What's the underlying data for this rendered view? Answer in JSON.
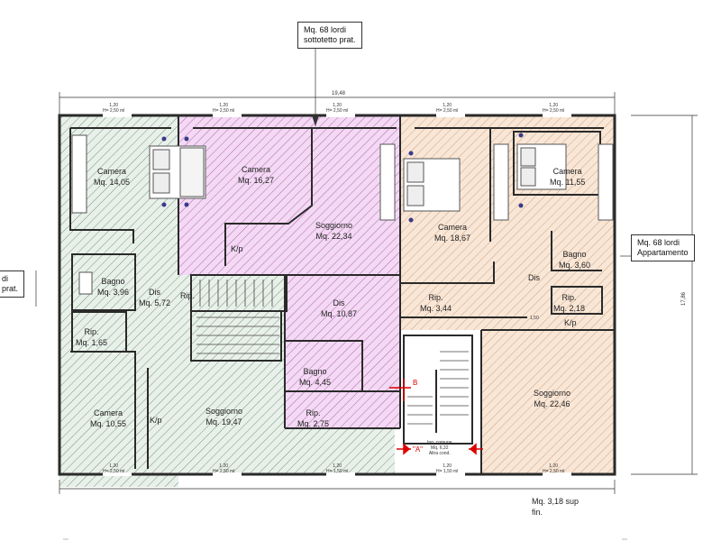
{
  "callouts": {
    "top": [
      "Mq. 68 lordi",
      "sottotetto prat."
    ],
    "right": [
      "Mq. 68 lordi",
      "Appartamento"
    ],
    "left": [
      "di",
      "prat."
    ],
    "bottom": [
      "Mq. 3,18 sup",
      "fin."
    ]
  },
  "rooms": [
    {
      "name": "Camera",
      "area": "Mq. 14,05"
    },
    {
      "name": "Camera",
      "area": "Mq. 16,27"
    },
    {
      "name": "Soggiorno",
      "area": "Mq. 22,34"
    },
    {
      "name": "K/p",
      "area": ""
    },
    {
      "name": "Bagno",
      "area": "Mq. 3,96"
    },
    {
      "name": "Dis",
      "area": "Mq. 5,72"
    },
    {
      "name": "Rip.",
      "area": ""
    },
    {
      "name": "Dis",
      "area": "Mq. 10,87"
    },
    {
      "name": "Rip.",
      "area": "Mq. 1,65"
    },
    {
      "name": "Bagno",
      "area": "Mq. 4,45"
    },
    {
      "name": "Rip.",
      "area": "Mq. 2,75"
    },
    {
      "name": "Camera",
      "area": "Mq. 10,55"
    },
    {
      "name": "K/p",
      "area": ""
    },
    {
      "name": "Soggiorno",
      "area": "Mq. 19,47"
    },
    {
      "name": "Camera",
      "area": "Mq. 18,67"
    },
    {
      "name": "Camera",
      "area": "Mq. 11,55"
    },
    {
      "name": "Bagno",
      "area": "Mq. 3,60"
    },
    {
      "name": "Dis",
      "area": ""
    },
    {
      "name": "Rip.",
      "area": "Mq. 3,44"
    },
    {
      "name": "Rip.",
      "area": "Mq. 2,18"
    },
    {
      "name": "K/p",
      "area": ""
    },
    {
      "name": "Soggiorno",
      "area": "Mq. 22,46"
    }
  ],
  "dimensions": {
    "overall_width": "19,48",
    "overall_depth": "17,86",
    "window_width": "1,20",
    "window_height_250": "H= 2,50 ml",
    "window_height_150": "H= 1,50 ml",
    "small": "1,50"
  },
  "entrance": {
    "label": "Ing. comune",
    "area": "Mq. 6,32",
    "note": "Altra cond.",
    "section_mark": "\"A\"",
    "section_letter": "B"
  },
  "colors": {
    "green_unit": "#6f9a78",
    "purple_unit": "#b463b4",
    "orange_unit": "#d6a478",
    "wall": "#2a2a2a",
    "section_red": "#dd0000"
  }
}
